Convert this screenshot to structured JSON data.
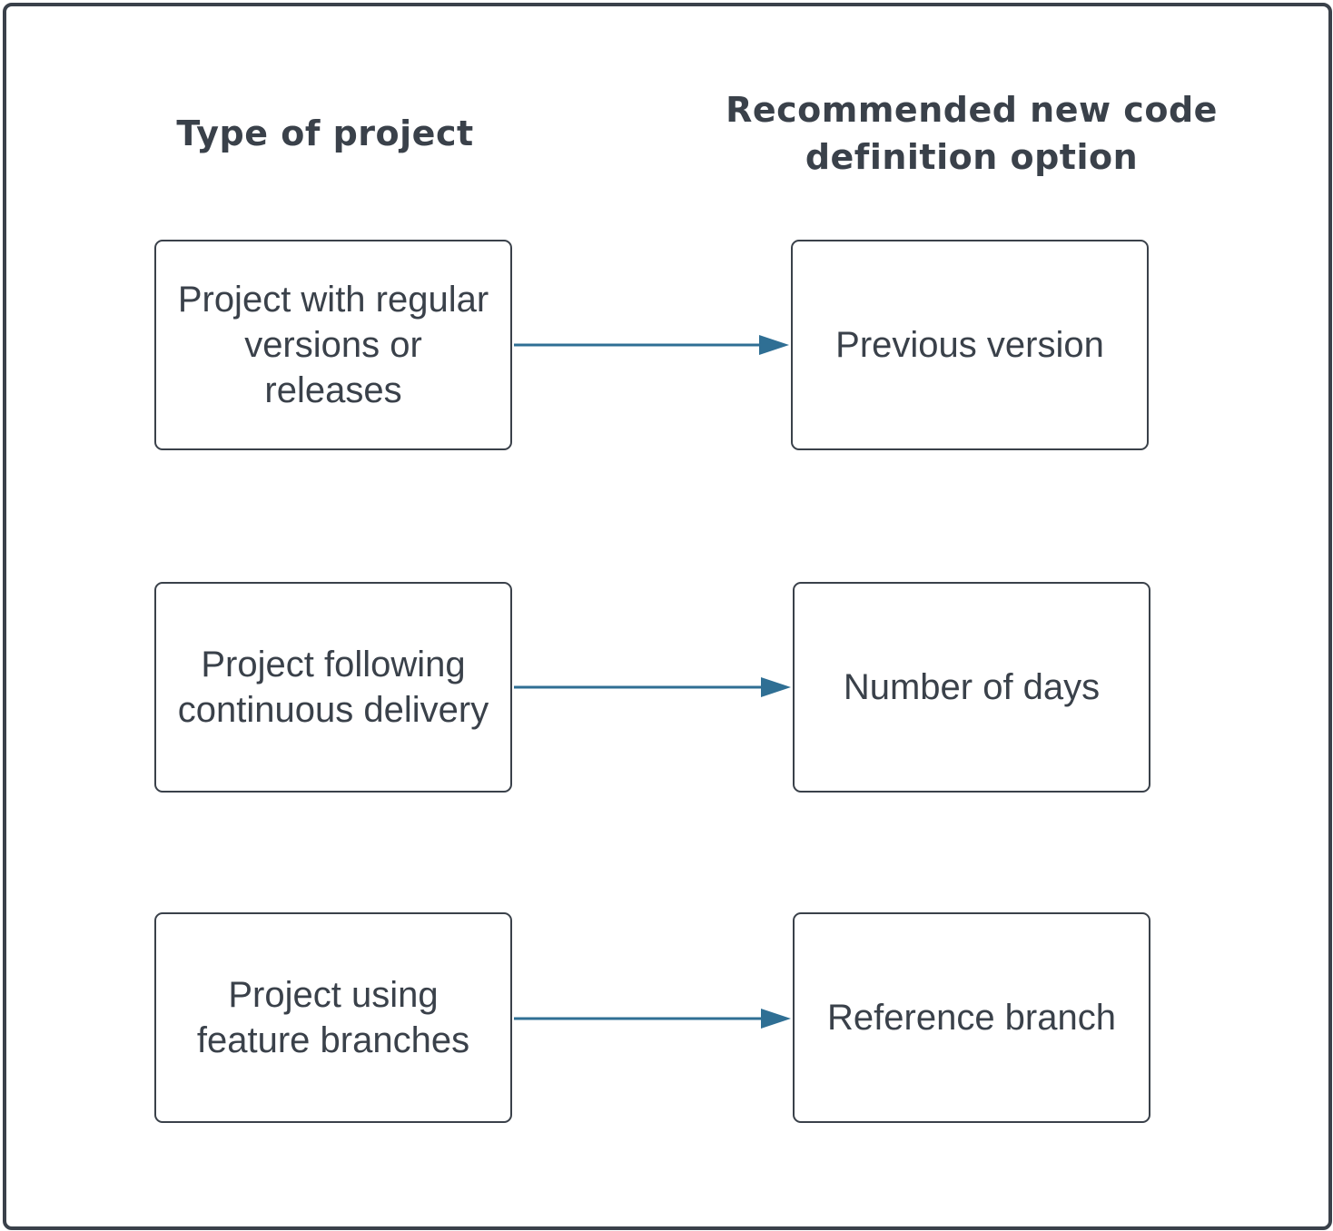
{
  "headings": {
    "left": "Type of project",
    "right": "Recommended new code definition option"
  },
  "rows": [
    {
      "project_type": "Project with regular versions or releases",
      "recommendation": "Previous version"
    },
    {
      "project_type": "Project following continuous delivery",
      "recommendation": "Number of days"
    },
    {
      "project_type": "Project using feature branches",
      "recommendation": "Reference branch"
    }
  ],
  "colors": {
    "text": "#3a414a",
    "border": "#3a414a",
    "arrow": "#2f6f94"
  }
}
